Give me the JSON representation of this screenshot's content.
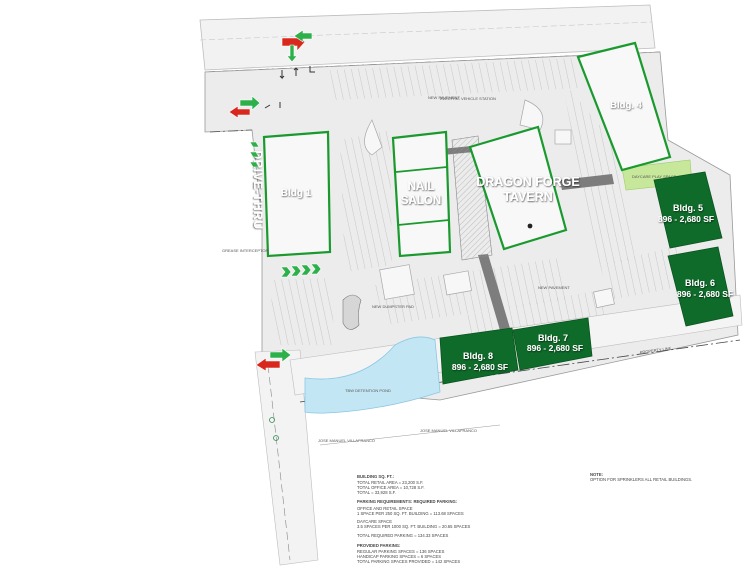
{
  "buildings": {
    "bldg1": "Bldg 1",
    "nail_salon_line1": "NAIL",
    "nail_salon_line2": "SALON",
    "dragon_line1": "DRAGON FORGE",
    "dragon_line2": "TAVERN",
    "bldg4": "Bldg. 4",
    "bldg5_name": "Bldg. 5",
    "bldg5_size": "896 - 2,680 SF",
    "bldg6_name": "Bldg. 6",
    "bldg6_size": "896 - 2,680 SF",
    "bldg7_name": "Bldg. 7",
    "bldg7_size": "896 - 2,680 SF",
    "bldg8_name": "Bldg. 8",
    "bldg8_size": "896 - 2,680 SF"
  },
  "labels": {
    "drive_thru": "DRIVE-THRU",
    "detention_pond": "TBW DETENTION POND",
    "new_dumpster_pad": "NEW DUMPSTER PAD",
    "grease_interceptor": "GREASE INTERCEPTOR",
    "daycare_play_space": "DAYCARE PLAY SPACE",
    "new_pavement": "NEW PAVEMENT",
    "property_line": "PROPERTY LINE",
    "ev_station": "ELECTRIC VEHICLE STATION",
    "owner_1": "JOSE MANUEL VILLAFRANCO",
    "owner_2": "JOSE MANUEL VILLAFRANCO"
  },
  "notes": {
    "building_title": "BUILDING SQ. FT.:",
    "building_lines": [
      "TOTAL RETAIL AREA = 23,200 S.F.",
      "TOTAL OFFICE AREA = 10,728 S.F.",
      "TOTAL = 33,928 S.F."
    ],
    "parking_title": "PARKING REQUIREMENTS: REQUIRED PARKING:",
    "parking_lines": [
      "OFFICE AND RETAIL SPACE",
      "1 SPACE PER 250 SQ. FT. BUILDING = 113.68 SPACES",
      "DAYCARE SPACE",
      "3.5 SPACES PER 1000 SQ. FT. BUILDING = 20.65 SPACES",
      "TOTAL REQUIRED PARKING = 134.33 SPACES"
    ],
    "provided_title": "PROVIDED PARKING:",
    "provided_lines": [
      "REGULAR PARKING SPACES = 136 SPACES",
      "HANDICAP PARKING SPACES = 6 SPACES",
      "TOTAL PARKING SPACES PROVIDED = 142 SPACES"
    ],
    "note_title": "NOTE:",
    "note_line": "OPTION FOR SPRINKLERS ALL RETAIL BUILDINGS."
  },
  "colors": {
    "building_outline": "#1a9a2e",
    "dark_green": "#0f6b2a",
    "play_space": "#c7e89b",
    "pond": "#bfe3f2",
    "lot": "#e9e9e9"
  }
}
